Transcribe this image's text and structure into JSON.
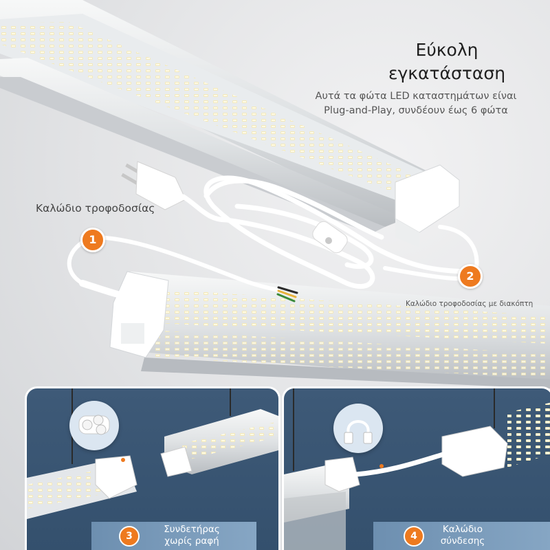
{
  "headline": {
    "line1": "Εύκολη",
    "line2": "εγκατάσταση"
  },
  "subtext": {
    "line1": "Αυτά τα φώτα LED καταστημάτων είναι",
    "line2": "Plug-and-Play, συνδέουν έως 6 φώτα"
  },
  "labels": {
    "power_cord": "Καλώδιο τροφοδοσίας",
    "switch_cord": "Καλώδιο τροφοδοσίας με διακόπτη"
  },
  "badges": {
    "one": "1",
    "two": "2",
    "three": "3",
    "four": "4"
  },
  "panels": {
    "left": {
      "caption_line1": "Συνδετήρας",
      "caption_line2": "χωρίς ραφή"
    },
    "right": {
      "caption_line1": "Καλώδιο",
      "caption_line2": "σύνδεσης"
    }
  },
  "colors": {
    "accent": "#ee7a1f",
    "panel_bg": "#3e5a78",
    "caption_bar": "#7798b8"
  }
}
